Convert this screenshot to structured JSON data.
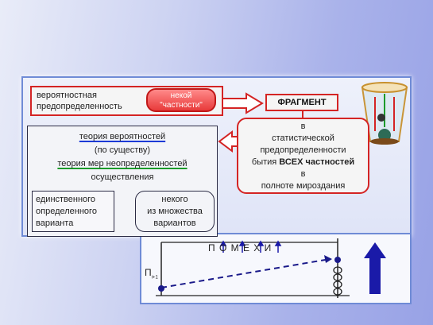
{
  "top_left_box": {
    "line1": "вероятностная",
    "line2": "предопределенность"
  },
  "pill": {
    "line1": "некой",
    "line2": "\"частности\""
  },
  "fragment": {
    "label": "ФРАГМЕНТ"
  },
  "red_right_box": {
    "l1": "в",
    "l2": "статистической",
    "l3": "предопределенности",
    "l4a": "бытия ",
    "l4b": "ВСЕХ частностей",
    "l5": "в",
    "l6": "полноте мироздания"
  },
  "theory_box": {
    "l1": "теория вероятностей",
    "l2": "(по существу)",
    "l3": "теория мер неопределенностей",
    "l4": "осуществления"
  },
  "single_box": {
    "l1": "единственного",
    "l2": "определенного",
    "l3": "варианта"
  },
  "many_box": {
    "l1": "некого",
    "l2": "из множества",
    "l3": "вариантов"
  },
  "lower": {
    "title": "П О М Е Х И",
    "axis_label": "П",
    "axis_sub": "i+1"
  },
  "colors": {
    "red": "#d42424",
    "blue_arrow": "#1a1aa8",
    "panel_border": "#6f8bd6"
  }
}
